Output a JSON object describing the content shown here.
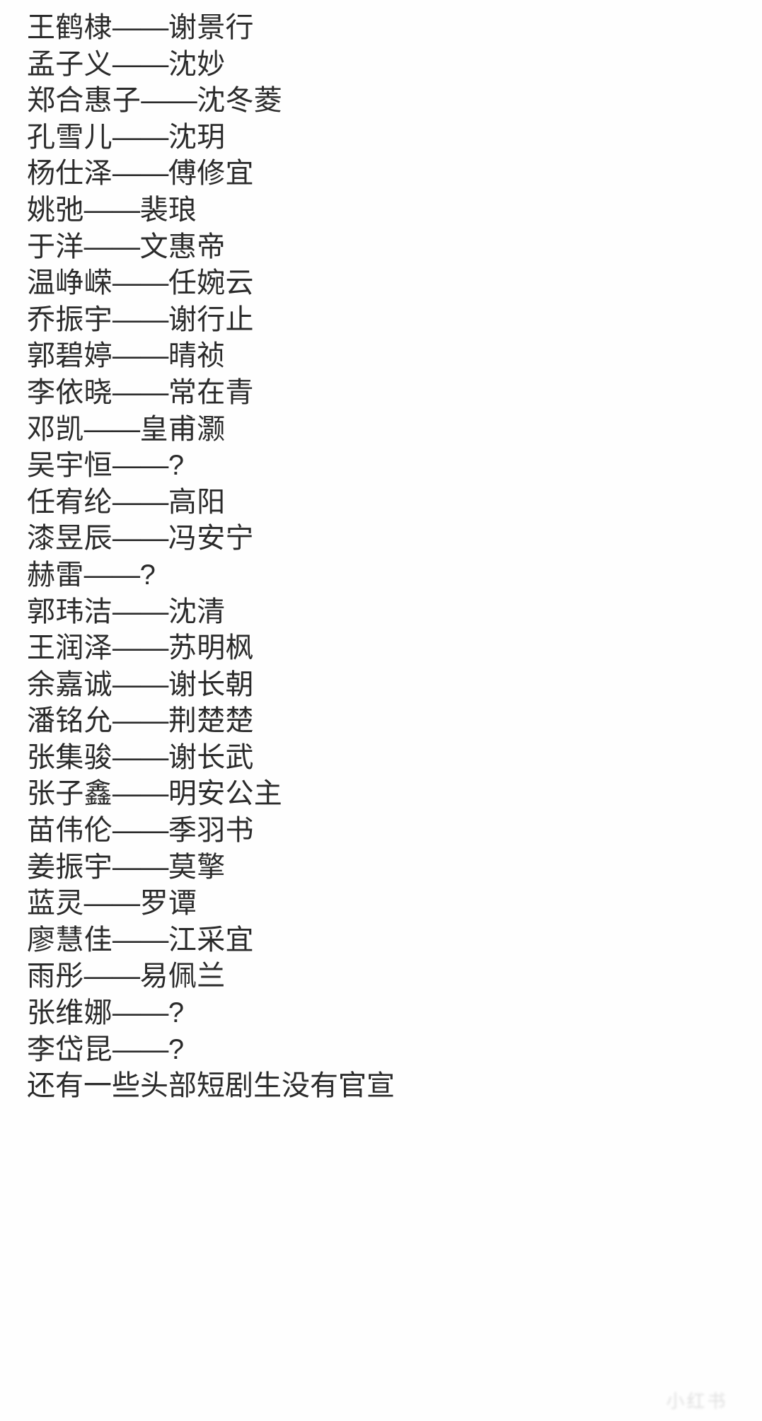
{
  "page": {
    "background_color": "#fefefe",
    "text_color": "#2b2b2b",
    "separator": "——",
    "unknown_role": "?"
  },
  "cast_list": [
    {
      "actor": "王鹤棣",
      "separator": "——",
      "role": "谢景行"
    },
    {
      "actor": "孟子义",
      "separator": "——",
      "role": "沈妙"
    },
    {
      "actor": "郑合惠子",
      "separator": "——",
      "role": "沈冬菱"
    },
    {
      "actor": "孔雪儿",
      "separator": "——",
      "role": "沈玥"
    },
    {
      "actor": "杨仕泽",
      "separator": "——",
      "role": "傅修宜"
    },
    {
      "actor": "姚弛",
      "separator": "——",
      "role": "裴琅"
    },
    {
      "actor": "于洋",
      "separator": "——",
      "role": "文惠帝"
    },
    {
      "actor": "温峥嵘",
      "separator": "——",
      "role": "任婉云"
    },
    {
      "actor": "乔振宇",
      "separator": "——",
      "role": "谢行止"
    },
    {
      "actor": "郭碧婷",
      "separator": "——",
      "role": "晴祯"
    },
    {
      "actor": "李依晓",
      "separator": "——",
      "role": "常在青"
    },
    {
      "actor": "邓凯",
      "separator": "——",
      "role": "皇甫灏"
    },
    {
      "actor": "吴宇恒",
      "separator": "——",
      "role": "?"
    },
    {
      "actor": "任宥纶",
      "separator": "——",
      "role": "高阳"
    },
    {
      "actor": "漆昱辰",
      "separator": "——",
      "role": "冯安宁"
    },
    {
      "actor": "赫雷",
      "separator": "——",
      "role": "?"
    },
    {
      "actor": "郭玮洁",
      "separator": "——",
      "role": "沈清"
    },
    {
      "actor": "王润泽",
      "separator": "——",
      "role": "苏明枫"
    },
    {
      "actor": "余嘉诚",
      "separator": "——",
      "role": "谢长朝"
    },
    {
      "actor": "潘铭允",
      "separator": "——",
      "role": "荆楚楚"
    },
    {
      "actor": "张集骏",
      "separator": "——",
      "role": "谢长武"
    },
    {
      "actor": "张子鑫",
      "separator": "——",
      "role": "明安公主"
    },
    {
      "actor": "苗伟伦",
      "separator": "——",
      "role": "季羽书"
    },
    {
      "actor": "姜振宇",
      "separator": "——",
      "role": "莫擎"
    },
    {
      "actor": "蓝灵",
      "separator": "——",
      "role": "罗谭"
    },
    {
      "actor": "廖慧佳",
      "separator": "——",
      "role": "江采宜"
    },
    {
      "actor": "雨彤",
      "separator": "——",
      "role": "易佩兰"
    },
    {
      "actor": "张维娜",
      "separator": "——",
      "role": "?"
    },
    {
      "actor": "李岱昆",
      "separator": "——",
      "role": "?"
    }
  ],
  "footnote": "还有一些头部短剧生没有官宣",
  "watermark": {
    "text": "小红书"
  }
}
